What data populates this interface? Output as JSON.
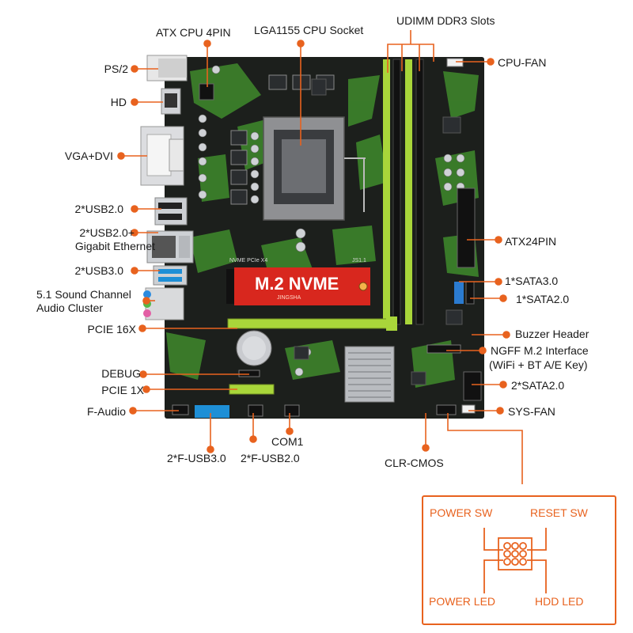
{
  "callouts": {
    "ps2": "PS/2",
    "hd": "HD",
    "vga_dvi": "VGA+DVI",
    "usb2": "2*USB2.0",
    "usb2_lan_1": "2*USB2.0+",
    "usb2_lan_2": "Gigabit Ethernet",
    "usb3": "2*USB3.0",
    "audio_1": "5.1 Sound Channel",
    "audio_2": "Audio Cluster",
    "pcie16": "PCIE 16X",
    "debug": "DEBUG",
    "pcie1": "PCIE 1X",
    "f_audio": "F-Audio",
    "f_usb3": "2*F-USB3.0",
    "com1": "COM1",
    "f_usb2": "2*F-USB2.0",
    "clr_cmos": "CLR-CMOS",
    "atx_cpu": "ATX CPU 4PIN",
    "lga": "LGA1155 CPU Socket",
    "udimm": "UDIMM DDR3 Slots",
    "cpu_fan": "CPU-FAN",
    "atx24": "ATX24PIN",
    "sata3": "1*SATA3.0",
    "sata2_one": "1*SATA2.0",
    "buzzer": "Buzzer Header",
    "ngff_1": "NGFF M.2 Interface",
    "ngff_2": "(WiFi + BT A/E Key)",
    "sata2_two": "2*SATA2.0",
    "sys_fan": "SYS-FAN"
  },
  "board": {
    "m2_badge": "M.2 NVME",
    "m2_silk": "NVME PCIe X4",
    "brand_silk": "JINGSHA",
    "js_silk": "JS1.1"
  },
  "panel": {
    "power_sw": "POWER SW",
    "reset_sw": "RESET SW",
    "power_led": "POWER LED",
    "hdd_led": "HDD  LED"
  },
  "colors": {
    "accent": "#e8621e",
    "pcb": "#1c1f1c",
    "pcb_green": "#3f8a2c",
    "lime": "#a9d63a",
    "dimm_black": "#111111",
    "socket": "#8f9093",
    "header_blue": "#1e8fd6",
    "sata_blue": "#2b7bd0",
    "heatsink": "#b9bcc0"
  }
}
